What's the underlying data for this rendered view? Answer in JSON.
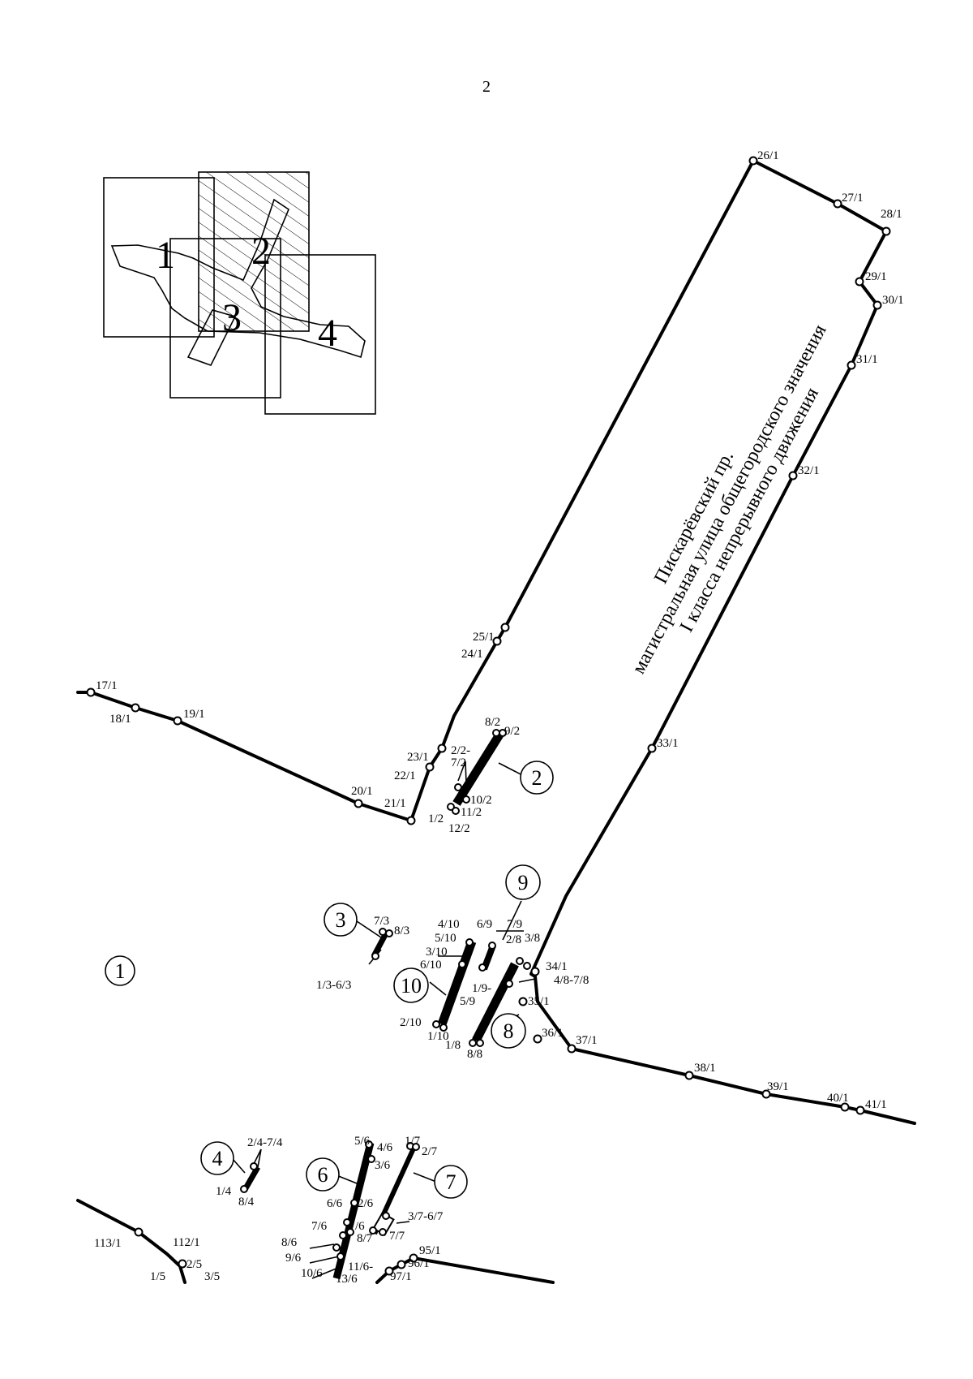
{
  "page_number": "2",
  "inset": {
    "sheet_labels": [
      "1",
      "2",
      "3",
      "4"
    ],
    "current_sheet": "2"
  },
  "street": {
    "name": "Пискарёвский пр.",
    "line2": "магистральная улица общегородского значения",
    "line3": "I класса непрерывного движения"
  },
  "districts": {
    "d1": "1",
    "d2": "2",
    "d3": "3",
    "d4": "4",
    "d6": "6",
    "d7": "7",
    "d8": "8",
    "d9": "9",
    "d10": "10"
  },
  "points": {
    "p17_1": "17/1",
    "p18_1": "18/1",
    "p19_1": "19/1",
    "p20_1": "20/1",
    "p21_1": "21/1",
    "p22_1": "22/1",
    "p23_1": "23/1",
    "p24_1": "24/1",
    "p25_1": "25/1",
    "p26_1": "26/1",
    "p27_1": "27/1",
    "p28_1": "28/1",
    "p29_1": "29/1",
    "p30_1": "30/1",
    "p31_1": "31/1",
    "p32_1": "32/1",
    "p33_1": "33/1",
    "p34_1": "34/1",
    "p35_1": "35/1",
    "p36_1": "36/1",
    "p37_1": "37/1",
    "p38_1": "38/1",
    "p39_1": "39/1",
    "p40_1": "40/1",
    "p41_1": "41/1",
    "p8_2": "8/2",
    "p9_2": "9/2",
    "p2_2": "2/2-",
    "p7_2": "7/2",
    "p10_2": "10/2",
    "p11_2": "11/2",
    "p1_2": "1/2",
    "p12_2": "12/2",
    "p7_3": "7/3",
    "p8_3": "8/3",
    "p1_3": "1/3-6/3",
    "p4_10": "4/10",
    "p5_10": "5/10",
    "p3_10": "3/10",
    "p6_10": "6/10",
    "p2_10": "2/10",
    "p1_10": "1/10",
    "p6_9": "6/9",
    "p7_9": "7/9",
    "p1_9": "1/9-",
    "p5_9": "5/9",
    "p2_8": "2/8",
    "p3_8": "3/8",
    "p4_8": "4/8-7/8",
    "p1_8": "1/8",
    "p8_8": "8/8",
    "p2_4": "2/4-7/4",
    "p1_4": "1/4",
    "p8_4": "8/4",
    "p5_6": "5/6",
    "p4_6": "4/6",
    "p3_6": "3/6",
    "p6_6": "6/6",
    "p2_6": "2/6",
    "p7_6": "7/6",
    "p1_6": "/6",
    "p8_6": "8/6",
    "p9_6": "9/6",
    "p10_6": "10/6",
    "p11_6": "11/6-",
    "p13_6": "13/6",
    "p1_7": "1/7",
    "p2_7": "2/7",
    "p3_7": "3/7-6/7",
    "p8_7": "8/7",
    "p7_7": "7/7",
    "p95_1": "95/1",
    "p96_1": "96/1",
    "p97_1": "97/1",
    "p113_1": "113/1",
    "p112_1": "112/1",
    "p1_5": "1/5",
    "p2_5": "2/5",
    "p3_5": "3/5"
  }
}
